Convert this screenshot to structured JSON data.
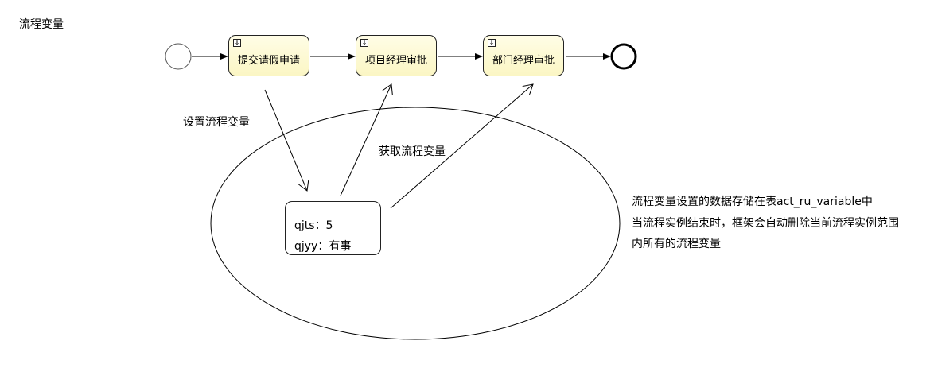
{
  "title": "流程变量",
  "tasks": [
    {
      "label": "提交请假申请",
      "icon": "task-marker-icon"
    },
    {
      "label": "项目经理审批",
      "icon": "task-marker-icon"
    },
    {
      "label": "部门经理审批",
      "icon": "task-marker-icon"
    }
  ],
  "labels": {
    "set_var": "设置流程变量",
    "get_var": "获取流程变量"
  },
  "variables": [
    {
      "text": "qjts：5"
    },
    {
      "text": "qjyy：有事"
    }
  ],
  "note": {
    "line1": "流程变量设置的数据存储在表act_ru_variable中",
    "line2": "当流程实例结束时，框架会自动删除当前流程实例范围",
    "line3": "内所有的流程变量"
  }
}
